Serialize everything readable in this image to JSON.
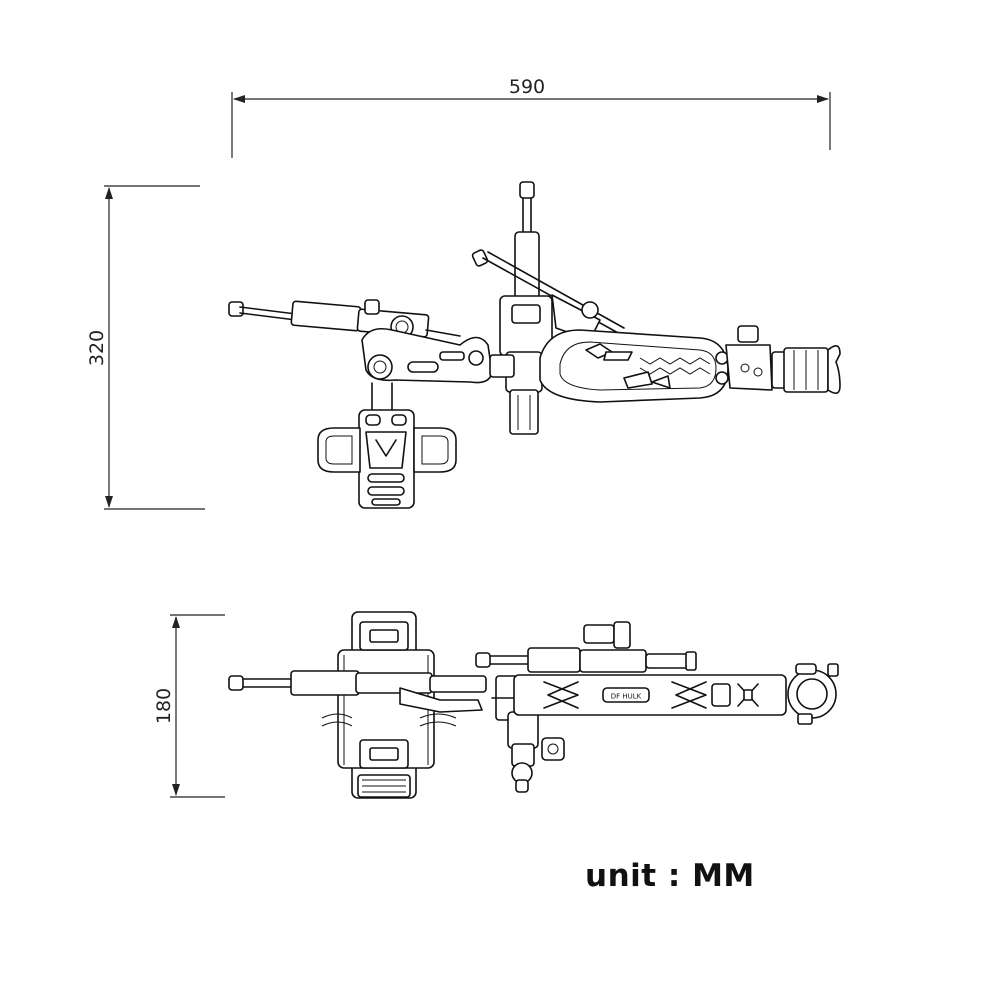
{
  "diagram": {
    "dimensions": {
      "width_label": "590",
      "height_top_label": "320",
      "height_bottom_label": "180"
    },
    "unit_label": "unit : MM",
    "logo_text": "DF HULK"
  },
  "colors": {
    "line": "#111111",
    "background": "#ffffff"
  }
}
